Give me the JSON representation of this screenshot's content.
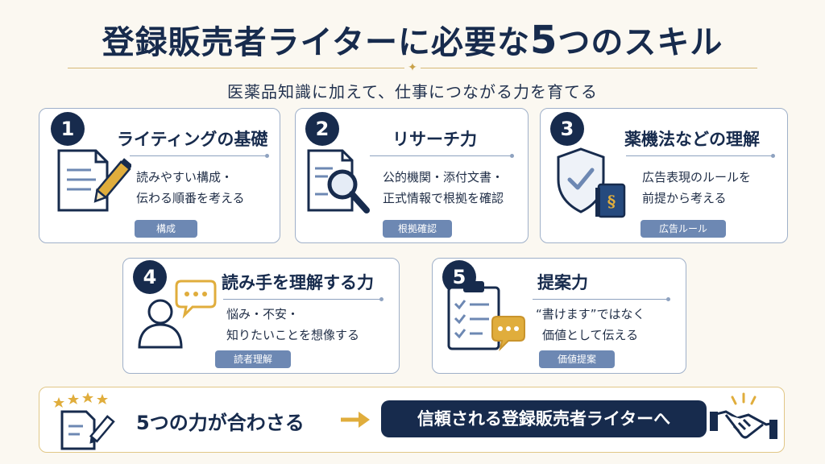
{
  "header": {
    "title_prefix": "登録販売者ライターに必要な",
    "title_number": "5",
    "title_suffix": "つのスキル",
    "subtitle": "医薬品知識に加えて、仕事につながる力を育てる"
  },
  "cards": [
    {
      "number": "1",
      "title": "ライティングの基礎",
      "desc_line1": "読みやすい構成・",
      "desc_line2": "伝わる順番を考える",
      "tag": "構成",
      "icon": "document-pen-icon"
    },
    {
      "number": "2",
      "title": "リサーチ力",
      "desc_line1": "公的機関・添付文書・",
      "desc_line2": "正式情報で根拠を確認",
      "tag": "根拠確認",
      "icon": "document-magnifier-icon"
    },
    {
      "number": "3",
      "title": "薬機法などの理解",
      "desc_line1": "広告表現のルールを",
      "desc_line2": "前提から考える",
      "tag": "広告ルール",
      "icon": "shield-law-book-icon"
    },
    {
      "number": "4",
      "title": "読み手を理解する力",
      "desc_line1": "悩み・不安・",
      "desc_line2": "知りたいことを想像する",
      "tag": "読者理解",
      "icon": "person-speech-bubble-icon"
    },
    {
      "number": "5",
      "title": "提案力",
      "desc_line1": "“書けます”ではなく",
      "desc_line2": "価値として伝える",
      "tag": "価値提案",
      "icon": "clipboard-checklist-icon"
    }
  ],
  "footer": {
    "summary": "5つの力が合わさる",
    "result": "信頼される登録販売者ライターへ",
    "left_icon": "document-stars-icon",
    "right_icon": "handshake-icon"
  },
  "colors": {
    "navy": "#172b4d",
    "accent_gold": "#c9a24a",
    "card_border": "#9fb0c9",
    "tag_blue": "#6d88b3",
    "background": "#fbf8f1"
  }
}
